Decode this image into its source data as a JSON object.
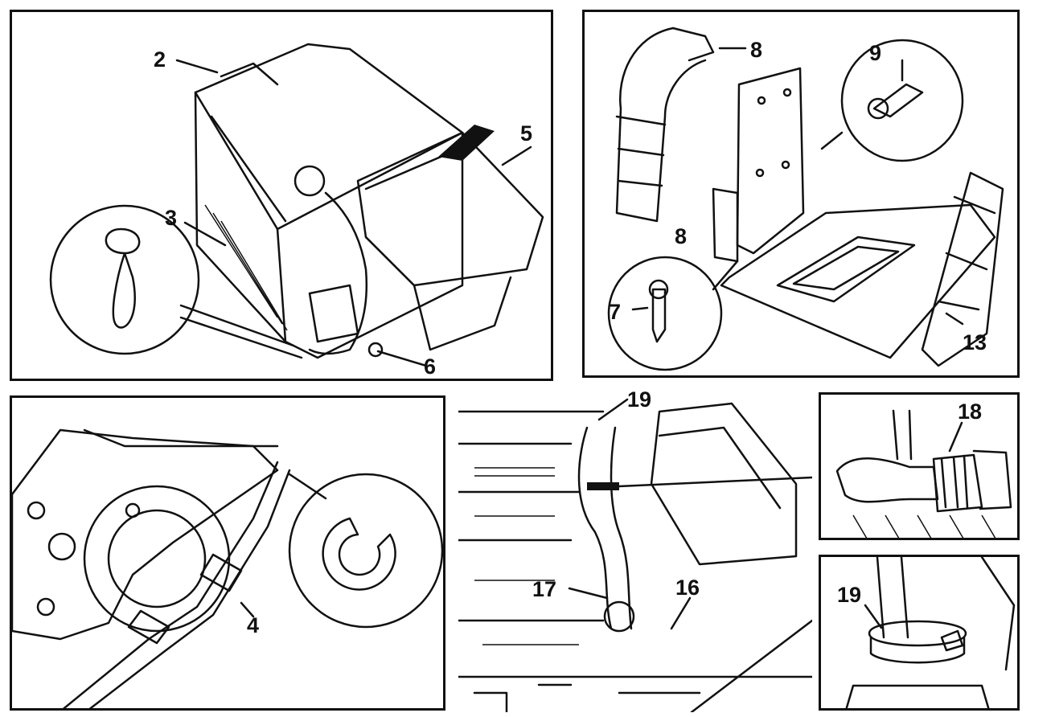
{
  "panels": {
    "battery": {
      "labels": {
        "l2": "2",
        "l3": "3",
        "l5": "5",
        "l6": "6"
      }
    },
    "tray": {
      "labels": {
        "l8a": "8",
        "l8b": "8",
        "l9": "9",
        "l7": "7",
        "l13": "13"
      }
    },
    "cable": {
      "labels": {
        "l4": "4"
      }
    },
    "engine": {
      "labels": {
        "l19": "19",
        "l17": "17",
        "l16": "16"
      }
    },
    "hose": {
      "labels": {
        "l18": "18"
      }
    },
    "clamp": {
      "labels": {
        "l19": "19"
      }
    }
  }
}
